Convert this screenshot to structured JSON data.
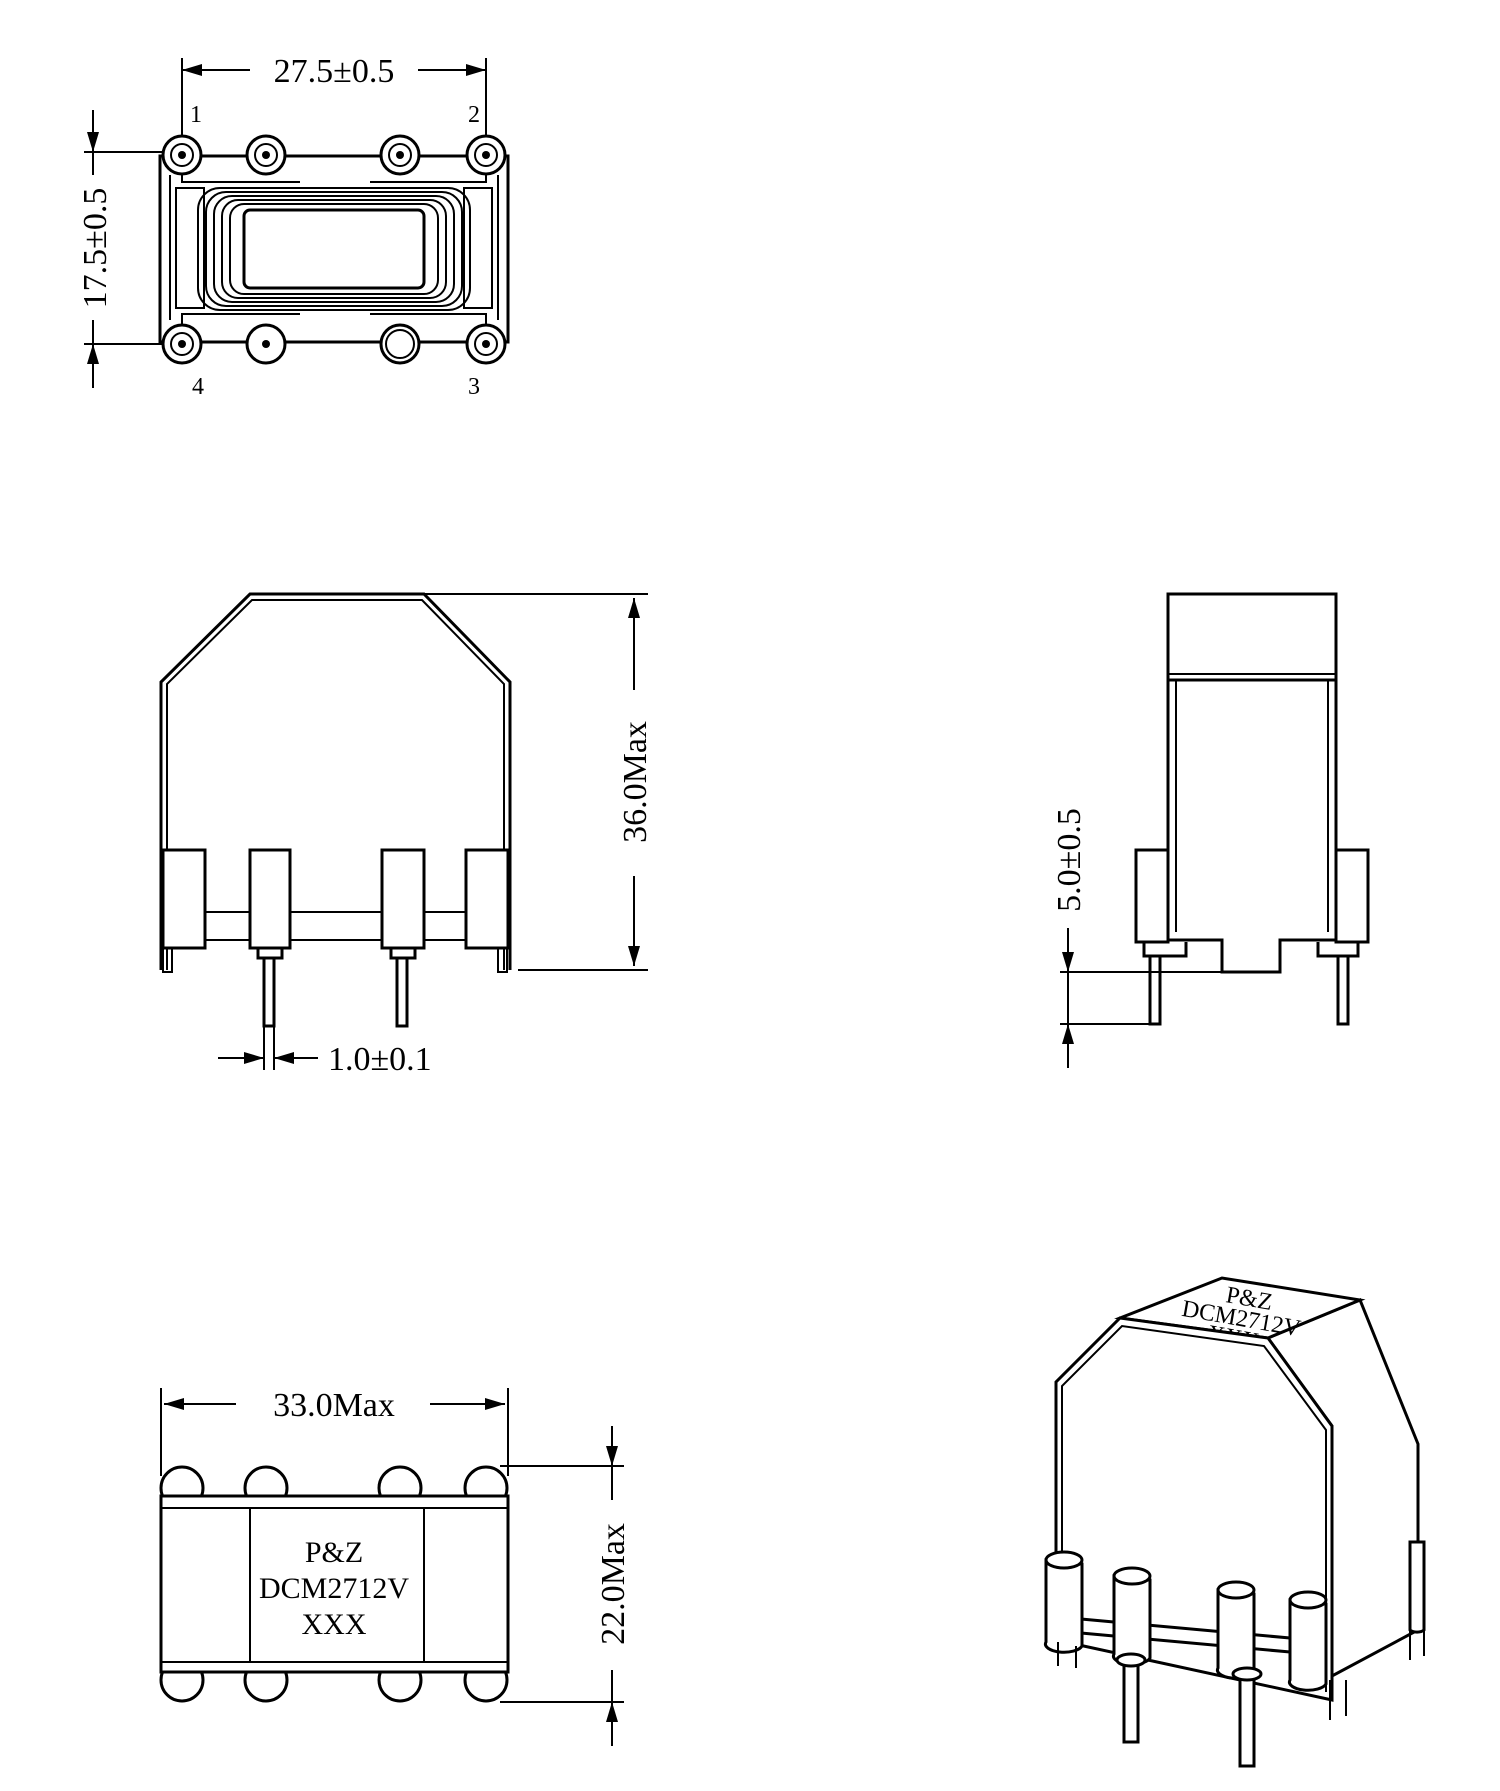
{
  "top_view": {
    "width_dim": "27.5±0.5",
    "height_dim": "17.5±0.5",
    "pin_labels": [
      "1",
      "2",
      "3",
      "4"
    ]
  },
  "front_view": {
    "height_dim": "36.0Max",
    "pin_dim": "1.0±0.1"
  },
  "side_view": {
    "standoff_dim": "5.0±0.5"
  },
  "bottom_view": {
    "width_dim": "33.0Max",
    "depth_dim": "22.0Max",
    "marking": [
      "P&Z",
      "DCM2712V",
      "XXX"
    ]
  },
  "iso_view": {
    "marking": [
      "P&Z",
      "DCM2712V",
      "XXX"
    ]
  }
}
